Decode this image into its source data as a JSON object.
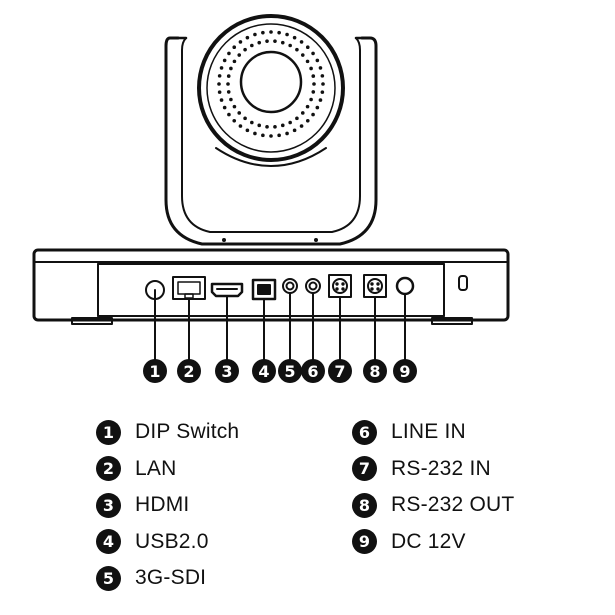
{
  "ports": [
    {
      "number": "1",
      "label": "DIP Switch",
      "icon": "dip-switch-icon"
    },
    {
      "number": "2",
      "label": "LAN",
      "icon": "lan-port-icon"
    },
    {
      "number": "3",
      "label": "HDMI",
      "icon": "hdmi-port-icon"
    },
    {
      "number": "4",
      "label": "USB2.0",
      "icon": "usb-port-icon"
    },
    {
      "number": "5",
      "label": "3G-SDI",
      "icon": "sdi-port-icon"
    },
    {
      "number": "6",
      "label": "LINE IN",
      "icon": "line-in-jack-icon"
    },
    {
      "number": "7",
      "label": "RS-232 IN",
      "icon": "rs232-in-port-icon"
    },
    {
      "number": "8",
      "label": "RS-232 OUT",
      "icon": "rs232-out-port-icon"
    },
    {
      "number": "9",
      "label": "DC 12V",
      "icon": "dc-power-jack-icon"
    }
  ],
  "colors": {
    "ink": "#111111",
    "body": "#ffffff",
    "badge_text": "#ffffff"
  }
}
